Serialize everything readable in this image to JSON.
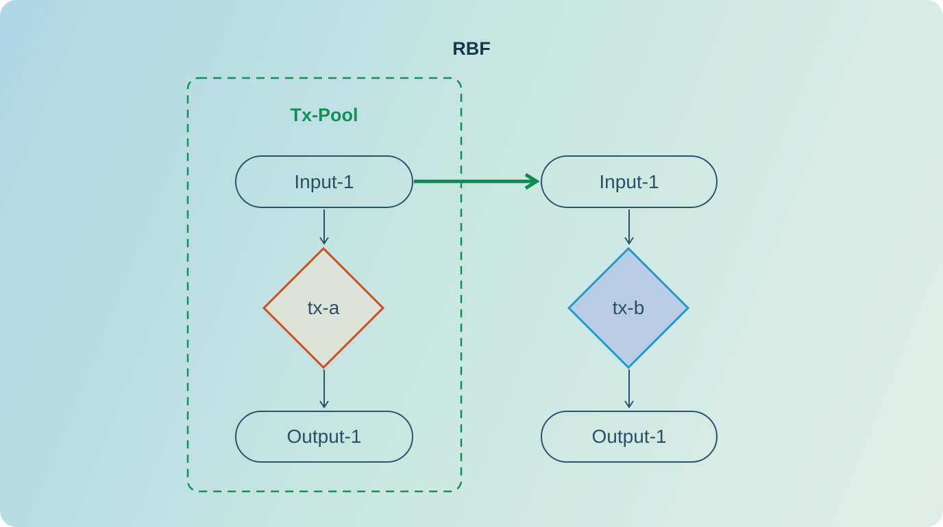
{
  "title": "RBF",
  "pool": {
    "label": "Tx-Pool"
  },
  "left_flow": {
    "input": "Input-1",
    "tx": "tx-a",
    "output": "Output-1"
  },
  "right_flow": {
    "input": "Input-1",
    "tx": "tx-b",
    "output": "Output-1"
  },
  "colors": {
    "background_gradient_start": "#aed6e5",
    "background_gradient_end": "#dfeee7",
    "node_border": "#2b5268",
    "node_text": "#2b4f63",
    "title_text": "#16384d",
    "pool_green": "#10915a",
    "replace_arrow_green": "#0c8a52",
    "tx_a_border": "#cf4c22",
    "tx_a_fill": "#dde3d9",
    "tx_b_border": "#219ad0",
    "tx_b_fill": "#b9cde4"
  }
}
